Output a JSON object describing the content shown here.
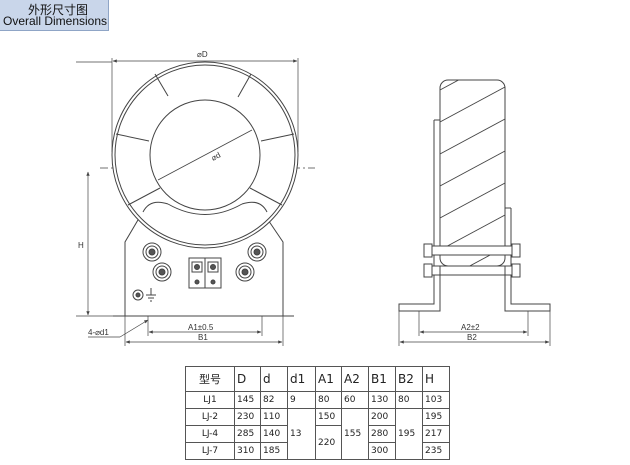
{
  "header": {
    "title_cn": "外形尺寸图",
    "title_en": "Overall Dimensions"
  },
  "labels": {
    "diam_D": "⌀D",
    "diam_d": "⌀d",
    "H": "H",
    "A1": "A1±0.5",
    "B1": "B1",
    "holes": "4-⌀d1",
    "A2": "A2±2",
    "B2": "B2"
  },
  "table": {
    "headers": [
      "型号",
      "D",
      "d",
      "d1",
      "A1",
      "A2",
      "B1",
      "B2",
      "H"
    ],
    "rows": [
      {
        "model": "LJ1",
        "D": "145",
        "d": "82",
        "d1": "9",
        "A1": "80",
        "A2": "60",
        "B1": "130",
        "B2": "80",
        "H": "103"
      },
      {
        "model": "LJ-2",
        "D": "230",
        "d": "110",
        "A1": "150",
        "B1": "200",
        "H": "195"
      },
      {
        "model": "LJ-4",
        "D": "285",
        "d": "140",
        "B1": "280",
        "H": "217"
      },
      {
        "model": "LJ-7",
        "D": "310",
        "d": "185",
        "B1": "300",
        "H": "235"
      }
    ],
    "merged": {
      "d1": "13",
      "A1": "220",
      "A2": "155",
      "B2": "195"
    }
  }
}
